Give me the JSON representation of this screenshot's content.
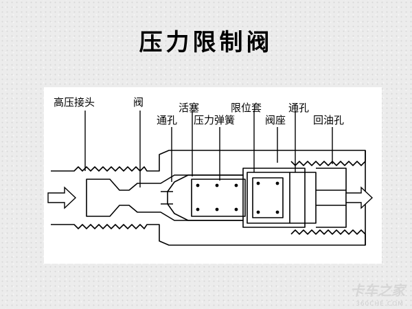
{
  "title": "压力限制阀",
  "diagram": {
    "labels": {
      "high_pressure_connector": "高压接头",
      "valve": "阀",
      "piston": "活塞",
      "limit_sleeve": "限位套",
      "port_left": "通孔",
      "port_right": "通孔",
      "pressure_spring": "压力弹簧",
      "valve_seat": "阀座",
      "return_port": "回油孔"
    }
  },
  "watermark": {
    "brand": "卡车之家",
    "url": "360CHE.COM"
  }
}
